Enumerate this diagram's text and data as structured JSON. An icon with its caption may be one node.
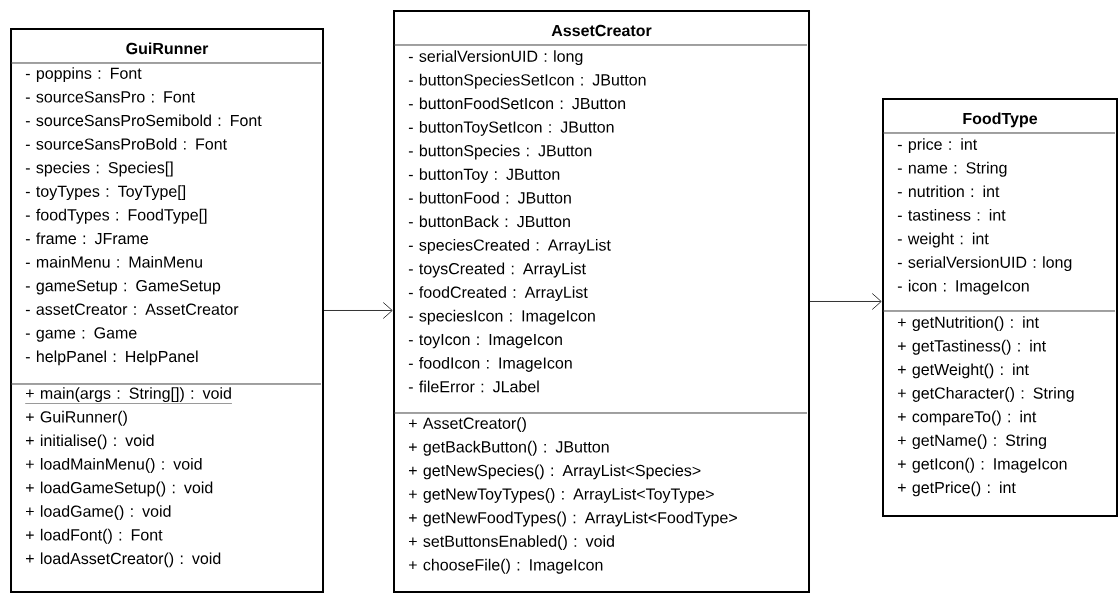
{
  "diagram": {
    "nodes": [
      {
        "text": [
          "GuiRunner"
        ]
      },
      {
        "text": [
          "- poppins : Font",
          "- sourceSansPro : Font",
          "- sourceSansProSemibold : Font",
          "- sourceSansProBold : Font",
          "- species : Species[]",
          "- toyTypes : ToyType[]",
          "- foodTypes : FoodType[]",
          "- frame : JFrame",
          "- mainMenu : MainMenu",
          "- gameSetup : GameSetup",
          "- assetCreator : AssetCreator",
          "- game : Game",
          "- helpPanel : HelpPanel"
        ],
        "in": 0
      },
      {
        "text": [
          "+ main(args : String[]) : void",
          "+ GuiRunner()",
          "+ initialise() : void",
          "+ loadMainMenu() : void",
          "+ loadGameSetup() : void",
          "+ loadGame() : void",
          "+ loadFont() : Font",
          "+ loadAssetCreator() : void"
        ],
        "in": 0
      },
      {
        "text": [
          "AssetCreator"
        ]
      },
      {
        "text": [
          "- serialVersionUID : long",
          "- buttonSpeciesSetIcon : JButton",
          "- buttonFoodSetIcon : JButton",
          "- buttonToySetIcon : JButton",
          "- buttonSpecies : JButton",
          "- buttonToy : JButton",
          "- buttonFood : JButton",
          "- buttonBack : JButton",
          "- speciesCreated : ArrayList",
          "- toysCreated : ArrayList",
          "- foodCreated : ArrayList",
          "- speciesIcon : ImageIcon",
          "- toyIcon : ImageIcon",
          "- foodIcon : ImageIcon",
          "- fileError : JLabel"
        ],
        "in": 3
      },
      {
        "text": [
          "+ AssetCreator()",
          "+ getBackButton() : JButton",
          "+ getNewSpecies() : ArrayList<Species>",
          "+ getNewToyTypes() : ArrayList<ToyType>",
          "+ getNewFoodTypes() : ArrayList<FoodType>",
          "+ setButtonsEnabled() : void",
          "+ chooseFile() : ImageIcon"
        ],
        "in": 3
      },
      {
        "text": [
          "FoodType"
        ]
      },
      {
        "text": [
          "- price : int",
          "- name : String",
          "- nutrition : int",
          "- tastiness : int",
          "- weight : int",
          "- serialVersionUID : long",
          "- icon : ImageIcon"
        ],
        "in": 6
      },
      {
        "text": [
          "+ getNutrition() : int",
          "+ getTastiness() : int",
          "+ getWeight() : int",
          "+ getCharacter() : String",
          "+ compareTo() : int",
          "+ getName() : String",
          "+ getIcon() : ImageIcon",
          "+ getPrice() : int"
        ],
        "in": 6
      }
    ],
    "edges": [
      {
        "from": 0,
        "to": 3,
        "arrow": "to"
      },
      {
        "from": 3,
        "to": 6,
        "arrow": "to"
      }
    ]
  }
}
